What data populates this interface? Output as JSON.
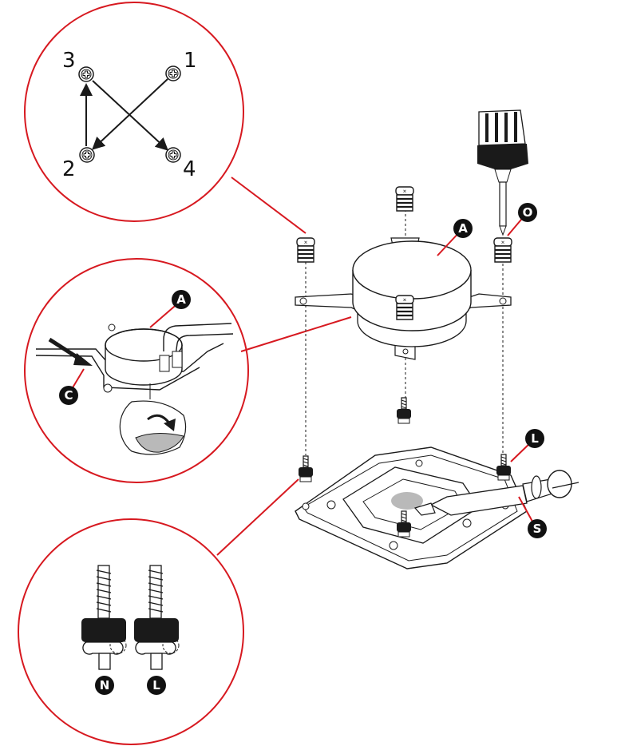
{
  "screw_order": {
    "numbers": [
      "1",
      "2",
      "3",
      "4"
    ]
  },
  "badges": {
    "pump_top": "A",
    "pump_detail": "A",
    "contact_plate": "C",
    "screwdriver": "O",
    "standoff_right": "L",
    "thermal_paste": "S",
    "standoff_n": "N",
    "standoff_l": "L"
  },
  "colors": {
    "callout": "#d71920",
    "badge": "#111111",
    "line": "#1a1a1a",
    "paste": "#b9b9b9"
  },
  "icons": [
    "phillips-screw-icon",
    "arrow-icon",
    "screwdriver-icon",
    "thermal-paste-syringe-icon",
    "standoff-icon"
  ]
}
